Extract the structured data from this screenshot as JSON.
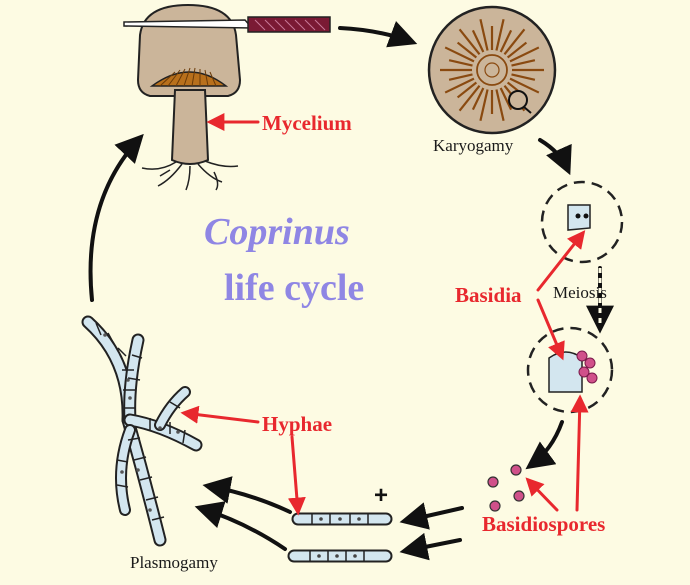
{
  "title": {
    "line1": "Coprinus",
    "line2": "life cycle"
  },
  "labels": {
    "mycelium": "Mycelium",
    "karyogamy": "Karyogamy",
    "meiosis": "Meiosis",
    "basidia": "Basidia",
    "hyphae": "Hyphae",
    "basidiospores": "Basidiospores",
    "plasmogamy": "Plasmogamy",
    "plus_sign": "+"
  },
  "colors": {
    "background": "#fdfbe3",
    "title": "#8f86e4",
    "annotation": "#e8282e",
    "mushroom": "#cbb59a",
    "gills": "#b8701c",
    "hyphae_fill": "#d3e6ef",
    "spore": "#d0508a",
    "knife_handle": "#7a1a34"
  },
  "stages": [
    "Mushroom",
    "Karyogamy",
    "Meiosis",
    "Basidiospores",
    "Plasmogamy",
    "Mycelium"
  ]
}
